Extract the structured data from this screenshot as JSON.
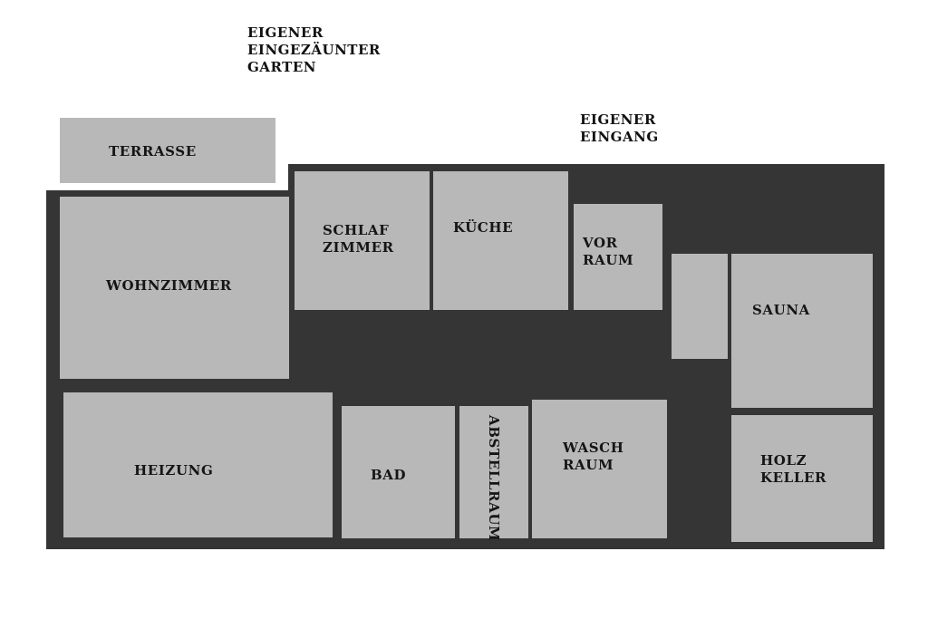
{
  "labels": {
    "garden": [
      "EIGENER",
      "EINGEZÄUNTER",
      "GARTEN"
    ],
    "entrance": [
      "EIGENER",
      "EINGANG"
    ]
  },
  "rooms": {
    "terrasse": [
      "TERRASSE"
    ],
    "wohnzimmer": [
      "WOHNZIMMER"
    ],
    "schlafzimmer": [
      "SCHLAF",
      "ZIMMER"
    ],
    "kueche": [
      "KÜCHE"
    ],
    "vorraum": [
      "VOR",
      "RAUM"
    ],
    "sauna": [
      "SAUNA"
    ],
    "heizung": [
      "HEIZUNG"
    ],
    "bad": [
      "BAD"
    ],
    "abstellraum": [
      "ABSTELLRAUM"
    ],
    "waschraum": [
      "WASCH",
      "RAUM"
    ],
    "holzkeller": [
      "HOLZ",
      "KELLER"
    ],
    "unlabeled": []
  },
  "colors": {
    "walls": "#353535",
    "rooms": "#b9b8b8",
    "text": "#151515"
  }
}
